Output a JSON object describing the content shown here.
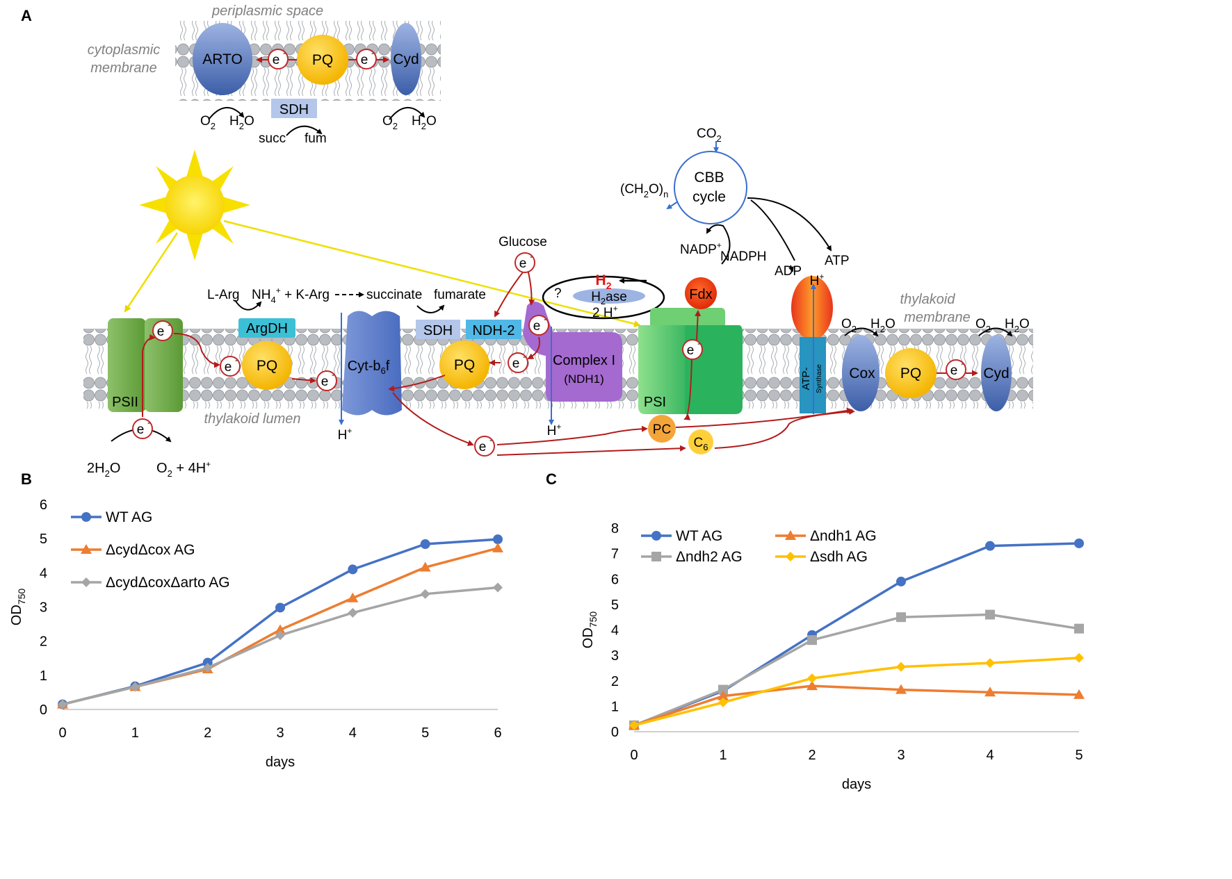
{
  "panels": {
    "a": "A",
    "b": "B",
    "c": "C"
  },
  "diagram": {
    "top": {
      "periplasmic_space": "periplasmic space",
      "cytoplasmic_membrane_1": "cytoplasmic",
      "cytoplasmic_membrane_2": "membrane",
      "arto": "ARTO",
      "pq": "PQ",
      "cyd": "Cyd",
      "sdh": "SDH",
      "succ": "succ",
      "fum": "fum",
      "o2": "O",
      "h2o": "H",
      "sub2": "2",
      "o_small": "O"
    },
    "main": {
      "psii": "PSII",
      "argdh": "ArgDH",
      "pq": "PQ",
      "cytb6f_prefix": "Cyt-b",
      "cytb6f_sub": "6",
      "cytb6f_suffix": "f",
      "sdh": "SDH",
      "ndh2": "NDH-2",
      "complex1": "Complex I",
      "ndh1": "(NDH1)",
      "psi": "PSI",
      "fdx": "Fdx",
      "pc": "PC",
      "c6": "C",
      "c6_sub": "6",
      "atp_synthase_1": "ATP-",
      "atp_synthase_2": "Synthase",
      "cox": "Cox",
      "cyd": "Cyd",
      "electron": "e",
      "electron_sup": "-",
      "thylakoid_lumen": "thylakoid lumen",
      "thylakoid_membrane_1": "thylakoid",
      "thylakoid_membrane_2": "membrane",
      "larg": "L-Arg",
      "nh4_karg": "NH",
      "nh4_sub": "4",
      "nh4_sup": "+",
      "karg": " + K-Arg",
      "succinate": "succinate",
      "fumarate": "fumarate",
      "glucose": "Glucose",
      "h2": "H",
      "h2_sub": "2",
      "h2ase": "H",
      "h2ase_sub": "2",
      "h2ase_suffix": "ase",
      "question": "?",
      "two_hplus": "2 H",
      "hplus": "H",
      "cbb_1": "CBB",
      "cbb_2": "cycle",
      "co2": "CO",
      "ch2o": "(CH",
      "ch2o_mid": "O)",
      "ch2o_n": "n",
      "nadp": "NADP",
      "nadph": "NADPH",
      "adp": "ADP",
      "atp": "ATP",
      "water_split": "2H",
      "water_split_suffix": "O",
      "o2_4h": "O",
      "o2_4h_suffix": " + 4H"
    }
  },
  "chart_data": [
    {
      "type": "line",
      "panel": "B",
      "xlabel": "days",
      "ylabel_main": "OD",
      "ylabel_sub": "750",
      "xlim": [
        0,
        6
      ],
      "ylim": [
        0,
        6
      ],
      "xticks": [
        0,
        1,
        2,
        3,
        4,
        5,
        6
      ],
      "yticks": [
        0,
        1,
        2,
        3,
        4,
        5,
        6
      ],
      "grid": false,
      "legend": "top-left",
      "x": [
        0,
        1,
        2,
        3,
        4,
        5,
        6
      ],
      "series": [
        {
          "name": "WT AG",
          "color": "#4472C4",
          "marker": "circle",
          "values": [
            0.15,
            0.68,
            1.37,
            2.98,
            4.1,
            4.84,
            4.98
          ]
        },
        {
          "name": "ΔcydΔcox AG",
          "color": "#ED7D31",
          "marker": "triangle",
          "values": [
            0.15,
            0.66,
            1.18,
            2.33,
            3.26,
            4.16,
            4.72
          ]
        },
        {
          "name": "ΔcydΔcoxΔarto AG",
          "color": "#A5A5A5",
          "marker": "diamond",
          "values": [
            0.15,
            0.66,
            1.22,
            2.17,
            2.83,
            3.38,
            3.57
          ]
        }
      ]
    },
    {
      "type": "line",
      "panel": "C",
      "xlabel": "days",
      "ylabel_main": "OD",
      "ylabel_sub": "750",
      "xlim": [
        0,
        5
      ],
      "ylim": [
        0,
        8
      ],
      "xticks": [
        0,
        1,
        2,
        3,
        4,
        5
      ],
      "yticks": [
        0,
        1,
        2,
        3,
        4,
        5,
        6,
        7,
        8
      ],
      "grid": false,
      "legend": "top-left",
      "x": [
        0,
        1,
        2,
        3,
        4,
        5
      ],
      "series": [
        {
          "name": "WT AG",
          "color": "#4472C4",
          "marker": "circle",
          "values": [
            0.25,
            1.6,
            3.8,
            5.9,
            7.3,
            7.4
          ]
        },
        {
          "name": "Δndh2 AG",
          "color": "#A5A5A5",
          "marker": "square",
          "values": [
            0.25,
            1.65,
            3.6,
            4.5,
            4.6,
            4.05
          ]
        },
        {
          "name": "Δndh1 AG",
          "color": "#ED7D31",
          "marker": "triangle",
          "values": [
            0.25,
            1.4,
            1.8,
            1.65,
            1.55,
            1.45
          ]
        },
        {
          "name": "Δsdh AG",
          "color": "#FFC000",
          "marker": "diamond",
          "values": [
            0.25,
            1.15,
            2.1,
            2.55,
            2.7,
            2.9
          ]
        }
      ]
    }
  ]
}
